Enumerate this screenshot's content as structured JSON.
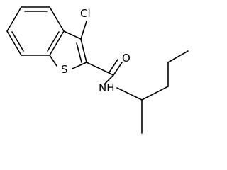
{
  "molecule": {
    "atoms": {
      "chlorine": "Cl",
      "sulfur": "S",
      "oxygen": "O",
      "amide_nitrogen": "NH"
    }
  },
  "colors": {
    "bond": "#000000",
    "background": "#ffffff"
  }
}
